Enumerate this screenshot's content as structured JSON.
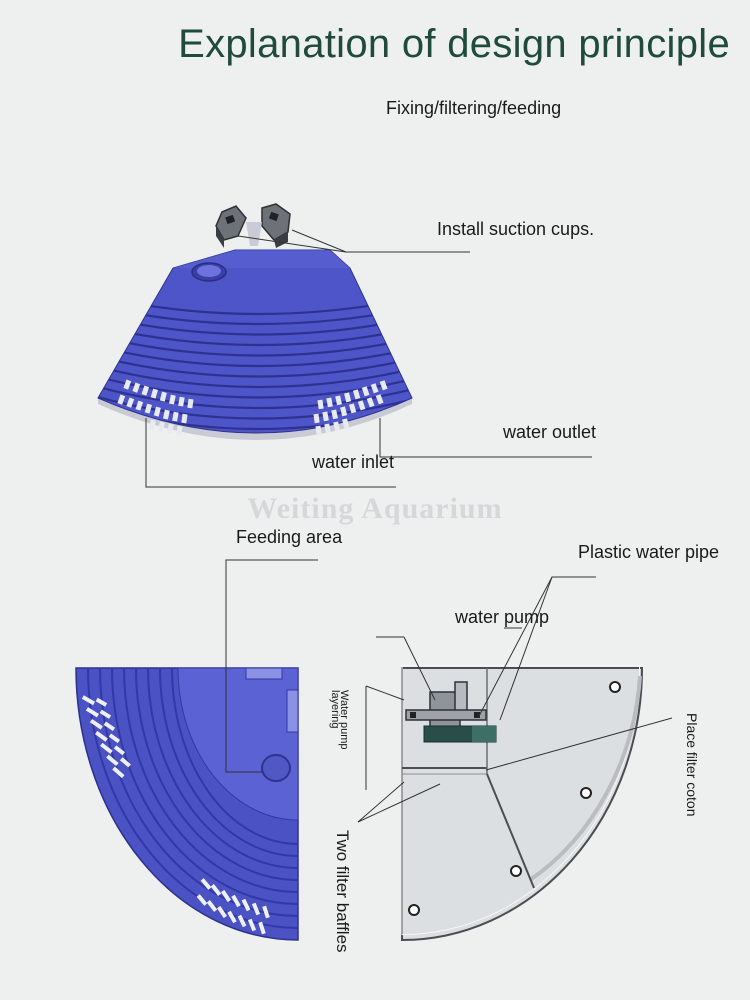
{
  "title": "Explanation of design principle",
  "subtitle": "Fixing/filtering/feeding",
  "watermark": "Weiting Aquarium",
  "labels": {
    "suction_cups": "Install suction cups.",
    "water_outlet": "water outlet",
    "water_inlet": "water inlet",
    "feeding_area": "Feeding area",
    "plastic_pipe": "Plastic water pipe",
    "water_pump": "water pump",
    "pump_layering_line1": "Water pump",
    "pump_layering_line2": "layering",
    "filter_cotton": "Place filter coton",
    "filter_baffles": "Two filter baffles"
  },
  "colors": {
    "filter_body": "#4e55c8",
    "filter_body_dark": "#3438a0",
    "title": "#1f4a3c",
    "tank_panel": "#dcdfe2"
  }
}
